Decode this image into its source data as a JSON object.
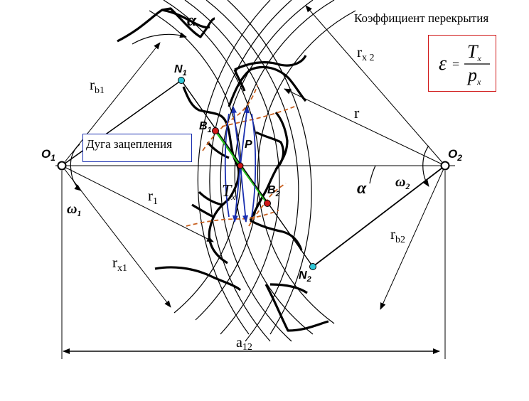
{
  "title": "Коэффициент перекрытия",
  "arc_label": "Дуга зацепления",
  "formula": {
    "lhs": "ε",
    "eq": "=",
    "num": "T",
    "num_sub": "x",
    "den": "p",
    "den_sub": "x"
  },
  "labels": {
    "o1": "O",
    "o1_sub": "1",
    "o2": "O",
    "o2_sub": "2",
    "n1": "N",
    "n1_sub": "1",
    "n2": "N",
    "n2_sub": "2",
    "b1": "B",
    "b1_sub": "1",
    "b2": "B",
    "b2_sub": "2",
    "p": "P",
    "alpha_top": "α",
    "alpha_right": "α",
    "omega1": "ω",
    "omega1_sub": "1",
    "omega2": "ω",
    "omega2_sub": "2",
    "rb1": "r",
    "rb1_sub": "b1",
    "rb2": "r",
    "rb2_sub": "b2",
    "r1": "r",
    "r1_sub": "1",
    "rx1": "r",
    "rx1_sub": "x1",
    "rx2": "r",
    "rx2_sub": "x 2",
    "r": "r",
    "tx": "T",
    "tx_sub": "x",
    "a12": "a",
    "a12_sub": "12"
  },
  "colors": {
    "line": "#000000",
    "action_line": "#28c020",
    "blue_arrows": "#1a2fb0",
    "dash": "#c86020",
    "point_red": "#d01818",
    "point_cyan": "#30c8d8",
    "formula_border": "#d01818",
    "arc_border": "#1a2fb0"
  }
}
